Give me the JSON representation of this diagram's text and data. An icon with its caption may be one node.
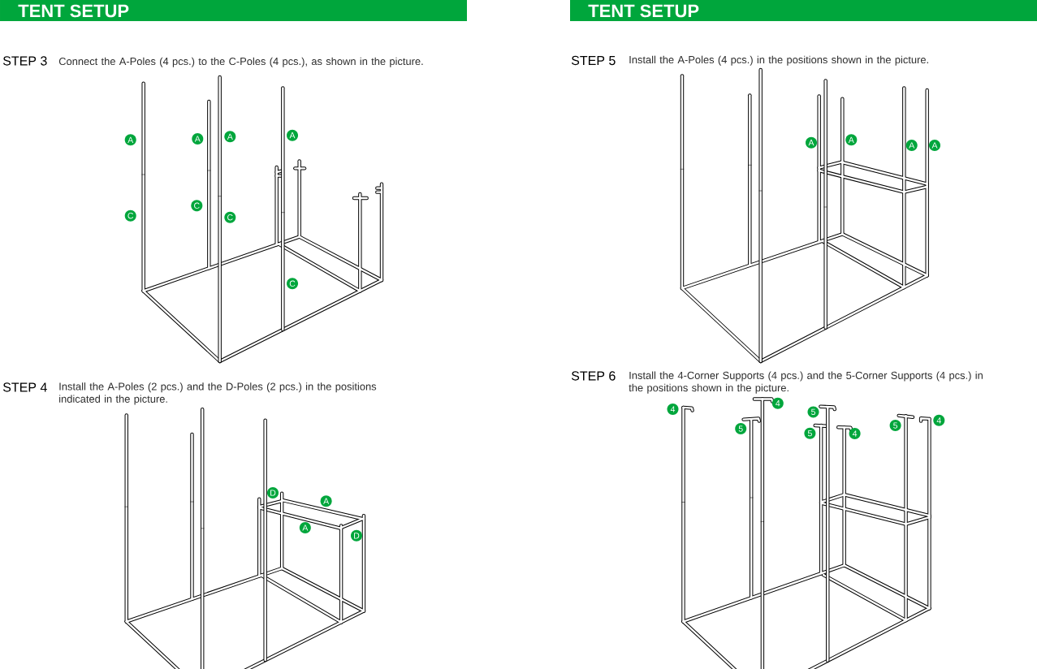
{
  "diagram": {
    "nodes": [
      {
        "text": [
          "A"
        ]
      },
      {
        "text": [
          "A"
        ]
      },
      {
        "text": [
          "A"
        ]
      },
      {
        "text": [
          "A"
        ]
      },
      {
        "text": [
          "C"
        ]
      },
      {
        "text": [
          "C"
        ]
      },
      {
        "text": [
          "C"
        ]
      },
      {
        "text": [
          "C"
        ]
      },
      {
        "text": [
          "D"
        ]
      },
      {
        "text": [
          "A"
        ]
      },
      {
        "text": [
          "A"
        ]
      },
      {
        "text": [
          "D"
        ]
      },
      {
        "text": [
          "A"
        ]
      },
      {
        "text": [
          "A"
        ]
      },
      {
        "text": [
          "A"
        ]
      },
      {
        "text": [
          "A"
        ]
      },
      {
        "text": [
          "4"
        ]
      },
      {
        "text": [
          "5"
        ]
      },
      {
        "text": [
          "4"
        ]
      },
      {
        "text": [
          "5"
        ]
      },
      {
        "text": [
          "5"
        ]
      },
      {
        "text": [
          "4"
        ]
      },
      {
        "text": [
          "5"
        ]
      },
      {
        "text": [
          "4"
        ]
      }
    ],
    "labels": [
      "TENT SETUP",
      "STEP 3",
      "Connect the A-Poles (4 pcs.) to the C-Poles (4 pcs.), as shown in the picture.",
      "STEP 4",
      "Install the A-Poles (2 pcs.) and the D-Poles (2 pcs.) in the positions indicated in the picture.",
      "TENT SETUP",
      "STEP 5",
      "Install the A-Poles (4 pcs.) in the positions shown in the picture.",
      "STEP 6",
      "Install the 4-Corner Supports (4 pcs.) and the 5-Corner Supports (4 pcs.) in the positions shown in the picture."
    ]
  }
}
